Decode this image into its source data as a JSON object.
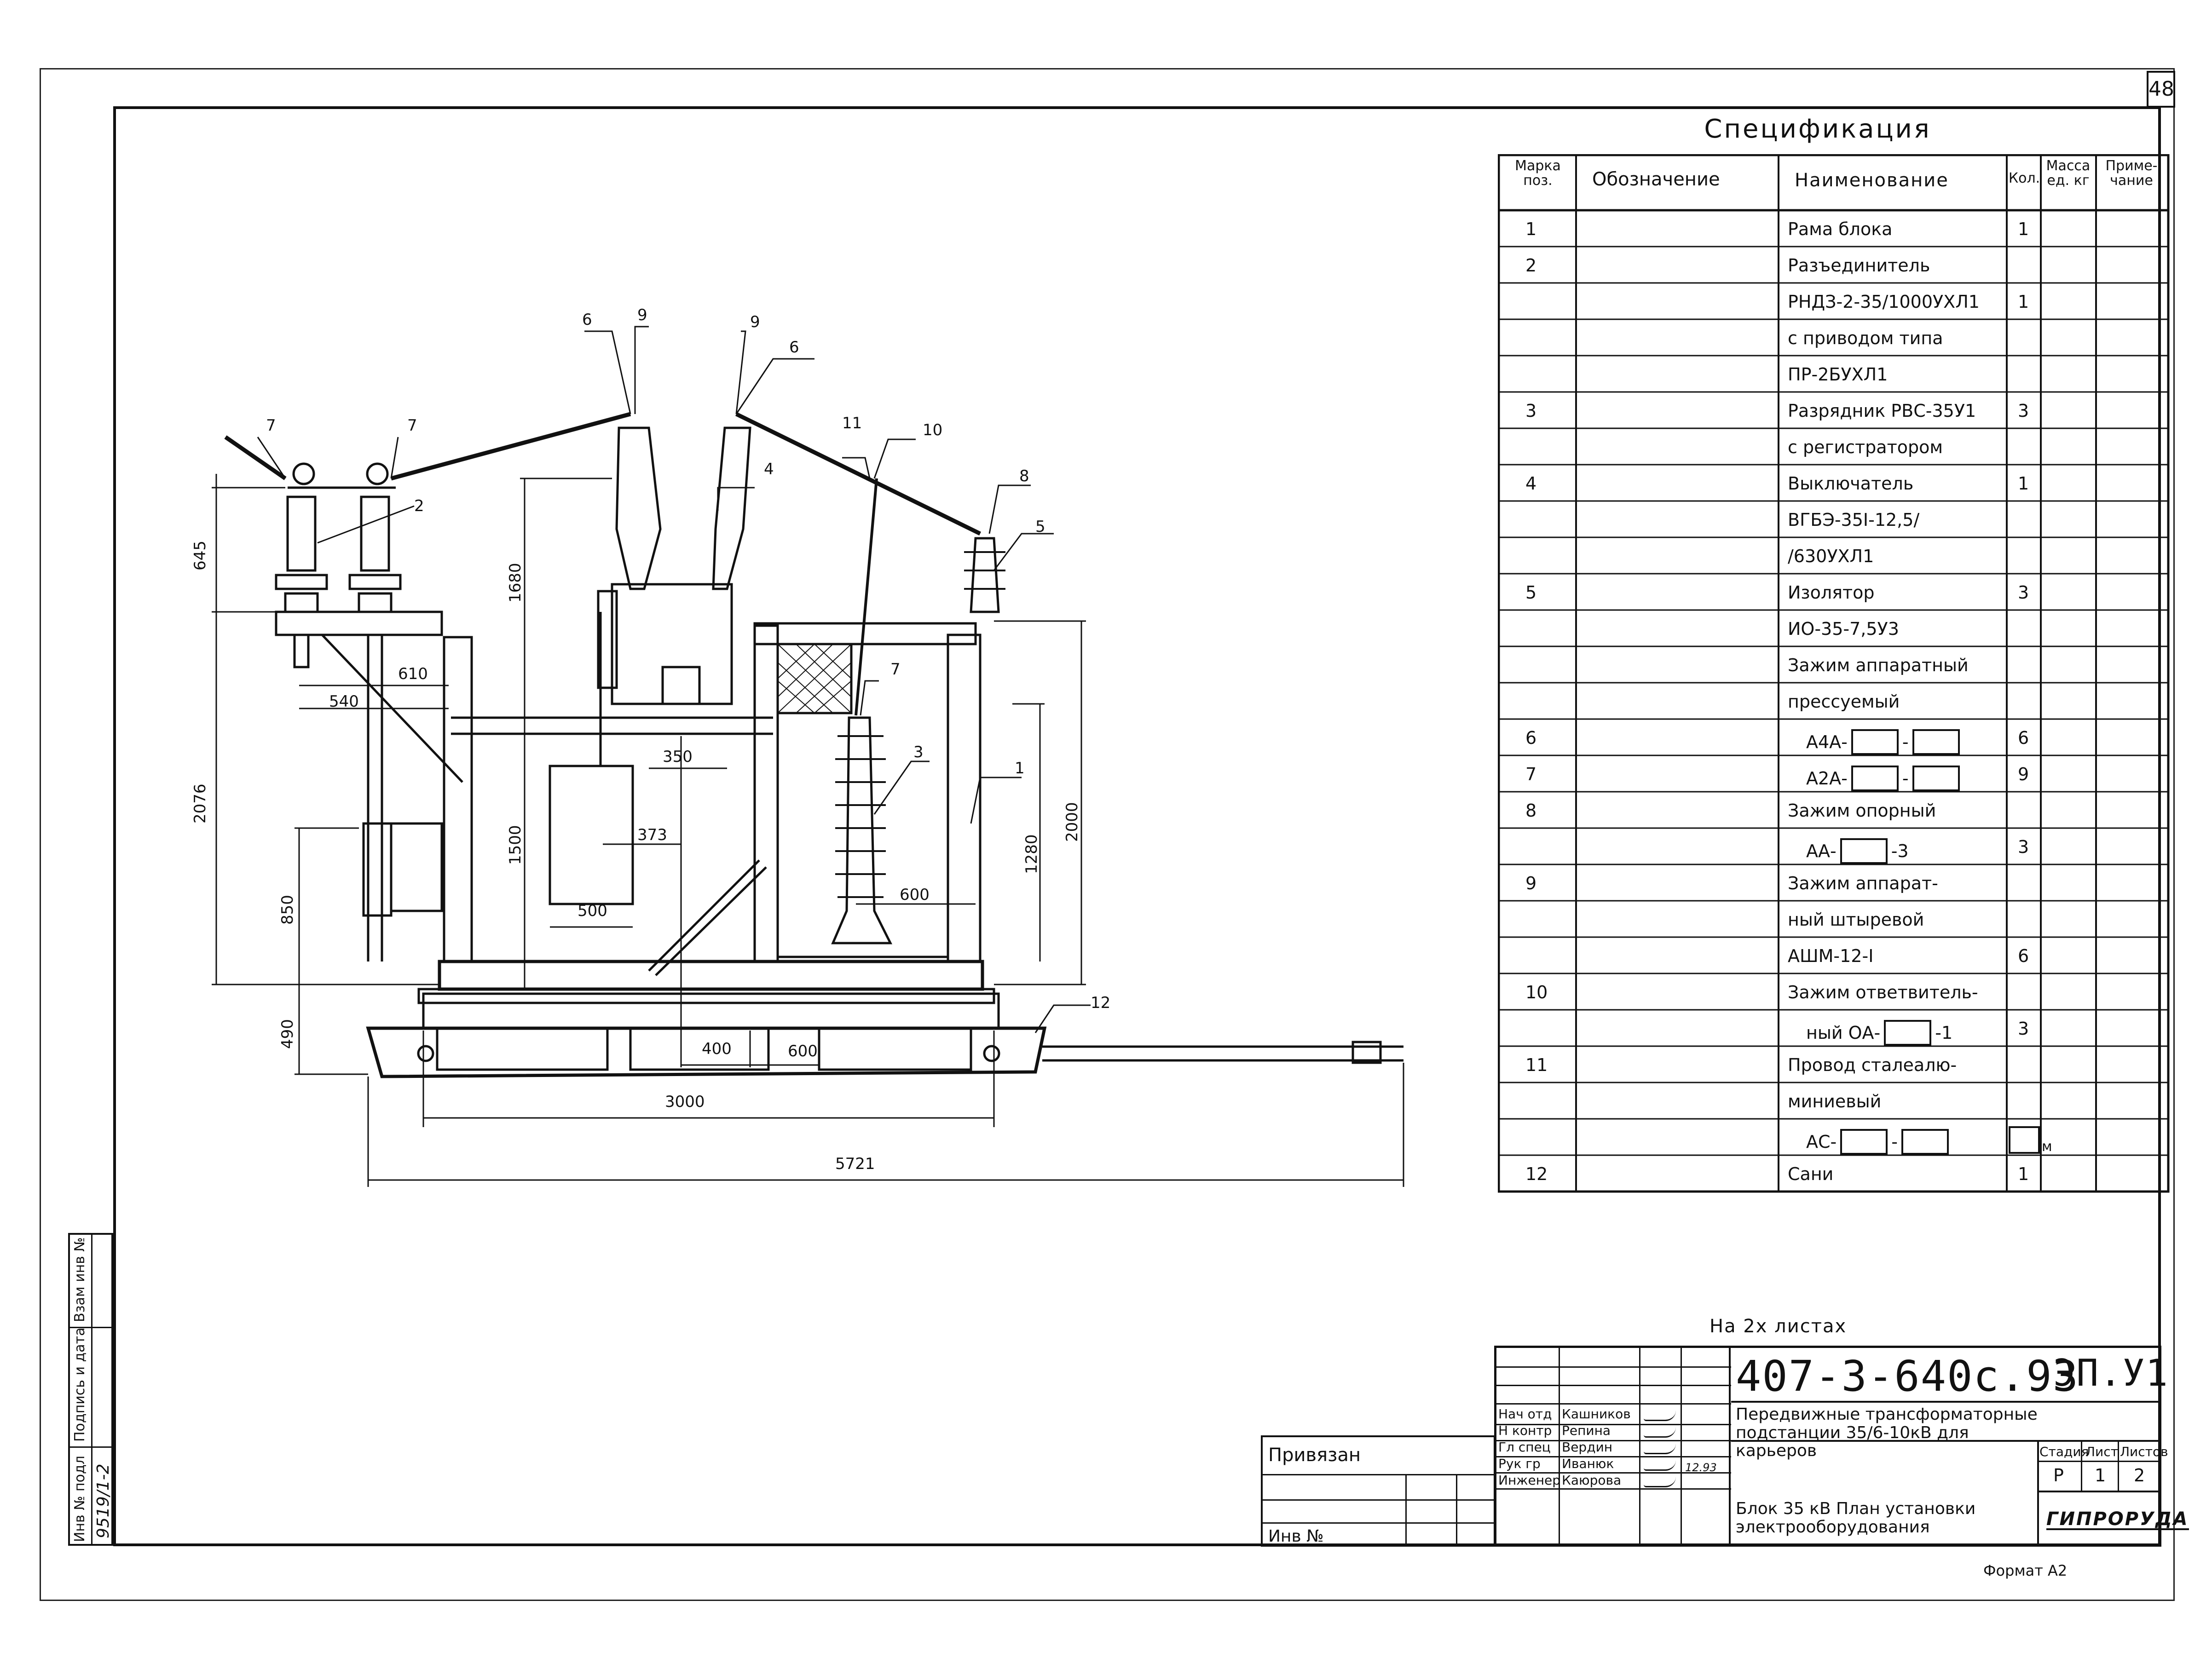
{
  "page_number": "48",
  "spec": {
    "title": "Спецификация",
    "headers": {
      "mark": [
        "Марка",
        "поз."
      ],
      "designation": "Обозначение",
      "name": "Наименование",
      "qty": "Кол.",
      "mass": [
        "Масса",
        "ед. кг"
      ],
      "note": [
        "Приме-",
        "чание"
      ]
    },
    "rows": [
      {
        "mark": "1",
        "name": "Рама блока",
        "qty": "1"
      },
      {
        "mark": "2",
        "name": "Разъединитель",
        "qty": ""
      },
      {
        "mark": "",
        "name": "РНДЗ-2-35/1000УХЛ1",
        "qty": "1"
      },
      {
        "mark": "",
        "name": "с приводом типа",
        "qty": ""
      },
      {
        "mark": "",
        "name": "ПР-2БУХЛ1",
        "qty": ""
      },
      {
        "mark": "3",
        "name": "Разрядник РВС-35У1",
        "qty": "3"
      },
      {
        "mark": "",
        "name": "с регистратором",
        "qty": ""
      },
      {
        "mark": "4",
        "name": "Выключатель",
        "qty": "1"
      },
      {
        "mark": "",
        "name": "ВГБЭ-35I-12,5/",
        "qty": ""
      },
      {
        "mark": "",
        "name": "/630УХЛ1",
        "qty": ""
      },
      {
        "mark": "5",
        "name": "Изолятор",
        "qty": "3"
      },
      {
        "mark": "",
        "name": "ИО-35-7,5У3",
        "qty": ""
      },
      {
        "mark": "",
        "name": "Зажим аппаратный",
        "qty": ""
      },
      {
        "mark": "",
        "name": "прессуемый",
        "qty": ""
      },
      {
        "mark": "6",
        "name": "А4А-",
        "qty": "6",
        "boxes": 2
      },
      {
        "mark": "7",
        "name": "А2А-",
        "qty": "9",
        "boxes": 2
      },
      {
        "mark": "8",
        "name": "Зажим опорный",
        "qty": ""
      },
      {
        "mark": "",
        "name": "АА-",
        "suffix": "-3",
        "qty": "3",
        "boxes": 1
      },
      {
        "mark": "9",
        "name": "Зажим аппарат-",
        "qty": ""
      },
      {
        "mark": "",
        "name": "ный штыревой",
        "qty": ""
      },
      {
        "mark": "",
        "name": "АШМ-12-I",
        "qty": "6"
      },
      {
        "mark": "10",
        "name": "Зажим ответвитель-",
        "qty": ""
      },
      {
        "mark": "",
        "name": "ный ОА-",
        "suffix": "-1",
        "qty": "3",
        "boxes": 1
      },
      {
        "mark": "11",
        "name": "Провод сталеалю-",
        "qty": ""
      },
      {
        "mark": "",
        "name": "миниевый",
        "qty": ""
      },
      {
        "mark": "",
        "name": "АС-",
        "qty": "",
        "boxes": 2,
        "unit": "м"
      },
      {
        "mark": "12",
        "name": "Сани",
        "qty": "1"
      }
    ]
  },
  "drawing": {
    "dimensions": {
      "d645": "645",
      "d2076": "2076",
      "d850": "850",
      "d490": "490",
      "d1680": "1680",
      "d1500": "1500",
      "d1280": "1280",
      "d2000": "2000",
      "d610": "610",
      "d540": "540",
      "d350": "350",
      "d373": "373",
      "d500": "500",
      "d600a": "600",
      "d400": "400",
      "d600b": "600",
      "d3000": "3000",
      "d5721": "5721"
    },
    "callouts": {
      "c7a": "7",
      "c7b": "7",
      "c2": "2",
      "c6a": "6",
      "c9a": "9",
      "c9b": "9",
      "c6b": "6",
      "c4": "4",
      "c11": "11",
      "c10": "10",
      "c8": "8",
      "c5": "5",
      "c7c": "7",
      "c3": "3",
      "c1": "1",
      "c12": "12"
    }
  },
  "sheets_note": "На 2х листах",
  "stamp": {
    "code": "407-3-640с.93",
    "section": "ЭП.У1",
    "project_title": "Передвижные трансформаторные подстанции 35/6-10кВ для карьеров",
    "sheet_title": "Блок 35 кВ План установки электрооборудования",
    "stage_label": "Стадия",
    "sheet_label": "Лист",
    "sheets_label": "Листов",
    "stage": "Р",
    "sheet": "1",
    "sheets": "2",
    "org": "ГИПРОРУДА",
    "people": [
      {
        "role": "Нач отд",
        "name": "Кашников"
      },
      {
        "role": "Н контр",
        "name": "Репина"
      },
      {
        "role": "Гл спец",
        "name": "Вердин"
      },
      {
        "role": "Рук гр",
        "name": "Иванюк"
      },
      {
        "role": "Инженер",
        "name": "Каюрова"
      }
    ],
    "date_mark": "12.93"
  },
  "binding": {
    "title": "Привязан",
    "inv_label": "Инв №"
  },
  "side_stamp": {
    "inv_orig": "Инв № подл",
    "sign_date": "Подпись и дата",
    "inv_replace": "Взам инв №",
    "inv_value": "9519/1-2"
  },
  "format": "Формат А2"
}
